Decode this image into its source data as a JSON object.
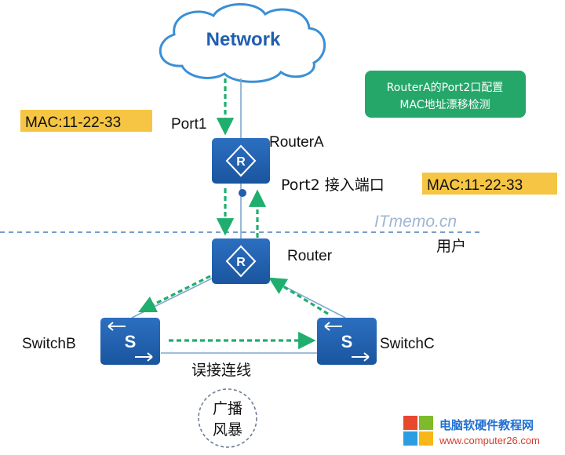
{
  "cloud": {
    "label": "Network"
  },
  "routers": {
    "router_a": {
      "glyph": "R",
      "label": "RouterA"
    },
    "router": {
      "glyph": "R",
      "label": "Router"
    }
  },
  "switches": {
    "switch_b": {
      "glyph": "S",
      "label": "SwitchB"
    },
    "switch_c": {
      "glyph": "S",
      "label": "SwitchC"
    }
  },
  "ports": {
    "port1": "Port1",
    "port2": "Port2 接入端口"
  },
  "mac_tags": {
    "left": "MAC:11-22-33",
    "right": "MAC:11-22-33"
  },
  "note": {
    "line1": "RouterA的Port2口配置",
    "line2": "MAC地址漂移检测"
  },
  "watermark": "ITmemo.cn",
  "zone_label": "用户",
  "misconnect_label": "误接连线",
  "storm": {
    "line1": "广播",
    "line2": "风暴"
  },
  "footer_logo": {
    "title": "电脑软硬件教程网",
    "url": "www.computer26.com"
  },
  "colors": {
    "device_blue": "#1f5fae",
    "arrow_green": "#1fae6e",
    "note_green": "#26a76a",
    "mac_yellow": "#f6c543",
    "cloud_stroke": "#3a8fd6",
    "link_blue": "#7fa7cf",
    "divider_blue": "#4a7db8"
  }
}
